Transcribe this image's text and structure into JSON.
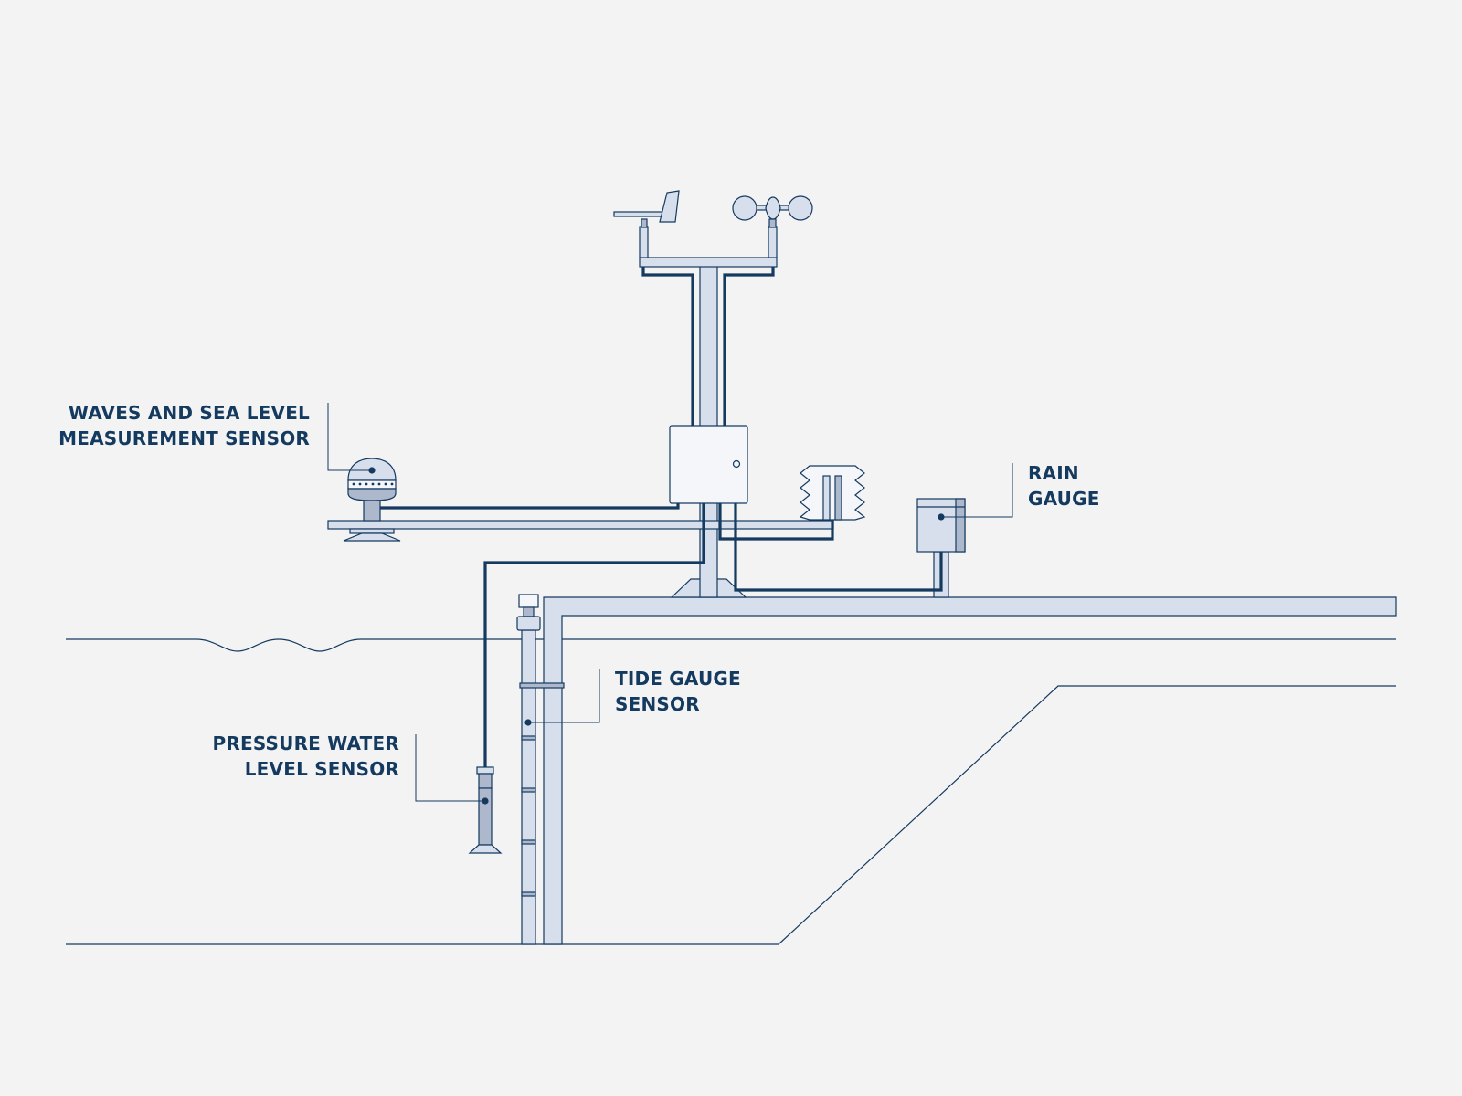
{
  "colors": {
    "background": "#f3f3f3",
    "line": "#143a60",
    "fill_light": "#d8dfec",
    "fill_mid": "#aeb8cc",
    "fill_white": "#f4f6fa"
  },
  "labels": {
    "waves_sensor": [
      "WAVES AND SEA LEVEL",
      "MEASUREMENT SENSOR"
    ],
    "rain_gauge": [
      "RAIN",
      "GAUGE"
    ],
    "tide_gauge": [
      "TIDE GAUGE",
      "SENSOR"
    ],
    "pressure_sensor": [
      "PRESSURE WATER",
      "LEVEL SENSOR"
    ]
  }
}
